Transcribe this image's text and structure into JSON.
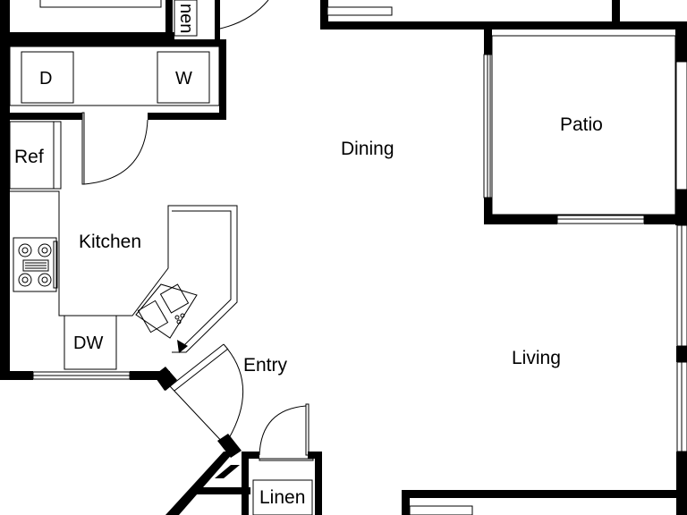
{
  "plan": {
    "rooms": {
      "dining": "Dining",
      "patio": "Patio",
      "kitchen": "Kitchen",
      "living": "Living",
      "entry": "Entry",
      "linen_bottom": "Linen",
      "linen_top_partial": "nen",
      "refrigerator": "Ref",
      "dishwasher": "DW",
      "dryer": "D",
      "washer": "W"
    },
    "colors": {
      "wall": "#000000",
      "background": "#ffffff"
    }
  }
}
